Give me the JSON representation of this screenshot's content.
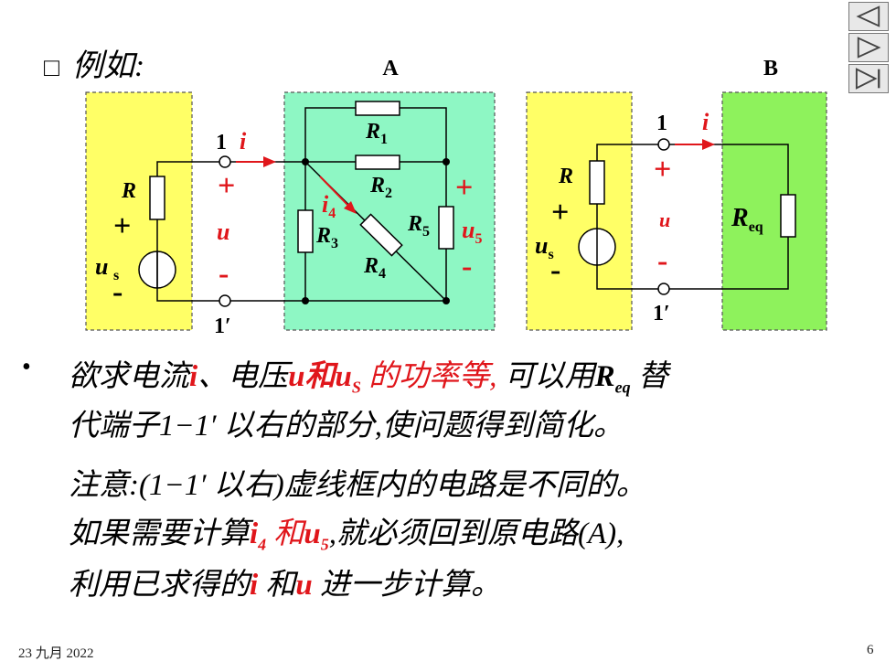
{
  "heading": {
    "box": "□",
    "label": "例如:"
  },
  "nav": {
    "prev": "previous-slide",
    "next": "next-slide",
    "last": "last-slide"
  },
  "circuit": {
    "label_a": "A",
    "label_b": "B",
    "left": {
      "node_top": "1",
      "node_bottom": "1′",
      "current": "i",
      "plus": "+",
      "minus": "-",
      "voltage": "u",
      "resistor": "R",
      "source": "us",
      "source_sub": "s",
      "source_main": "u",
      "resistors": [
        "R1",
        "R2",
        "R3",
        "R4",
        "R5"
      ],
      "i4": "i4",
      "u5": "u5"
    },
    "right": {
      "node_top": "1",
      "node_bottom": "1′",
      "current": "i",
      "plus": "+",
      "minus": "-",
      "voltage": "u",
      "resistor": "R",
      "source": "us",
      "req": "Req"
    }
  },
  "text": {
    "p1_a": "欲求电流",
    "p1_i": "i",
    "p1_b": "、电压",
    "p1_u": "u和u",
    "p1_us_sub": "S",
    "p1_c": " 的功率等,",
    "p1_d": " 可以用",
    "p1_req": "R",
    "p1_req_sub": "eq",
    "p1_e": " 替",
    "p2": "代端子1−1′ 以右的部分,使问题得到简化。",
    "p3": "注意:(1−1′ 以右)虚线框内的电路是不同的。",
    "p4_a": "如果需要计算",
    "p4_i4": "i",
    "p4_i4_sub": "4",
    "p4_he": " 和",
    "p4_u5": "u",
    "p4_u5_sub": "5",
    "p4_b": ",就必须回到原电路(A),",
    "p5_a": "利用已求得的",
    "p5_i": "i",
    "p5_he": " 和",
    "p5_u": "u",
    "p5_b": " 进一步计算。"
  },
  "footer": {
    "date": "23 九月 2022",
    "page": "6"
  }
}
